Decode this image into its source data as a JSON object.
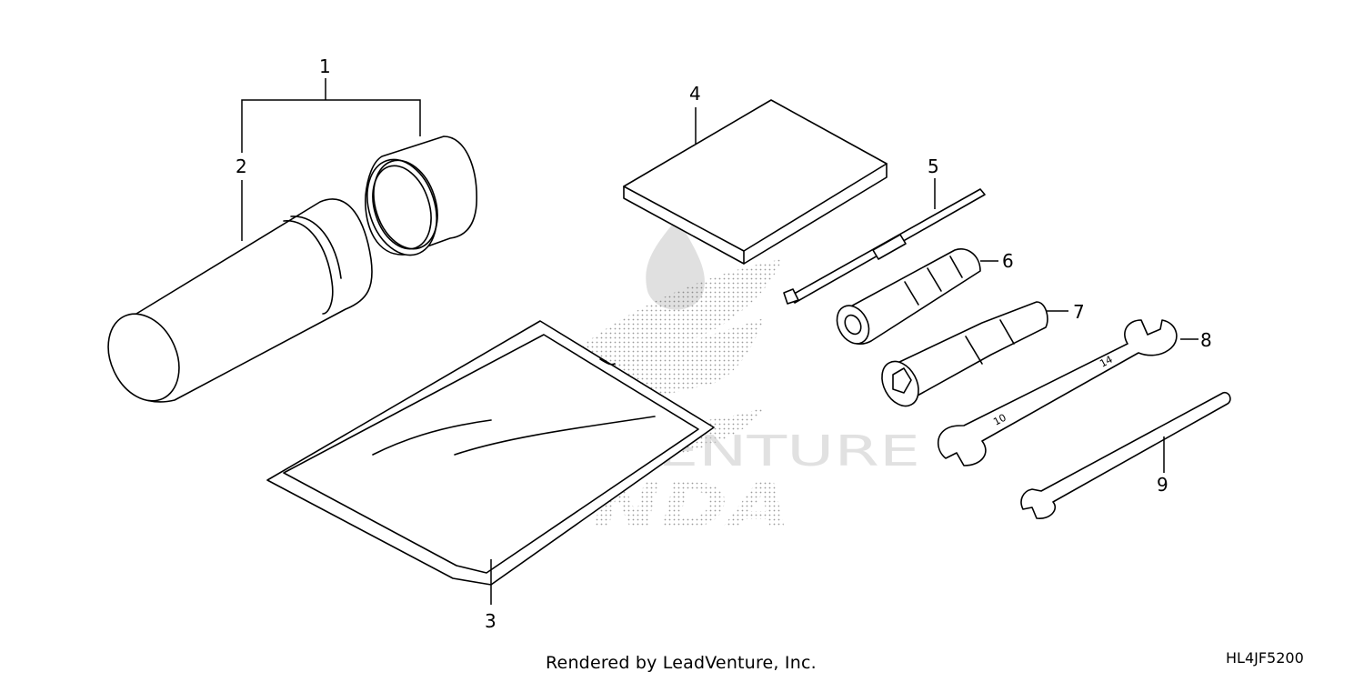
{
  "diagram": {
    "footer_text": "Rendered by LeadVenture, Inc.",
    "diagram_code": "HL4JF5200",
    "watermark": {
      "brand_text": "HONDA",
      "overlay_text": "LEADVENTURE"
    },
    "callouts": [
      {
        "number": "1",
        "part": "tool-case-assembly"
      },
      {
        "number": "2",
        "part": "tool-case-body"
      },
      {
        "number": "3",
        "part": "tool-bag"
      },
      {
        "number": "4",
        "part": "owners-manual"
      },
      {
        "number": "5",
        "part": "screwdriver"
      },
      {
        "number": "6",
        "part": "screwdriver-grip"
      },
      {
        "number": "7",
        "part": "spark-plug-wrench"
      },
      {
        "number": "8",
        "part": "open-end-wrench-10x14"
      },
      {
        "number": "9",
        "part": "open-end-wrench"
      }
    ],
    "wrench_markings": [
      "14",
      "10"
    ]
  }
}
